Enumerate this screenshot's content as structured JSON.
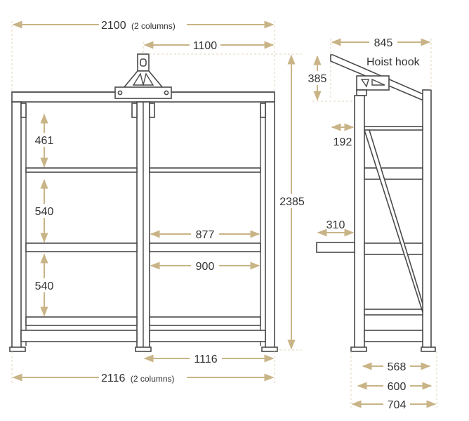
{
  "colors": {
    "frame": "#4a4a4a",
    "dimension": "#c9b487",
    "text": "#333333",
    "background": "#ffffff"
  },
  "front_view": {
    "total_width_top": {
      "value": "2100",
      "note": "(2 columns)"
    },
    "column_width": "1100",
    "heights": {
      "top_shelf": "461",
      "middle_shelf": "540",
      "bottom_shelf": "540"
    },
    "total_height": "2385",
    "inner_width_1": "877",
    "inner_width_2": "900",
    "column_spacing": "1116",
    "total_width_bottom": {
      "value": "2116",
      "note": "(2 columns)"
    }
  },
  "side_view": {
    "hoist_width": "845",
    "hoist_label": "Hoist hook",
    "hoist_height": "385",
    "hook_offset": "192",
    "extension": "310",
    "depth_1": "568",
    "depth_2": "600",
    "depth_3": "704"
  }
}
